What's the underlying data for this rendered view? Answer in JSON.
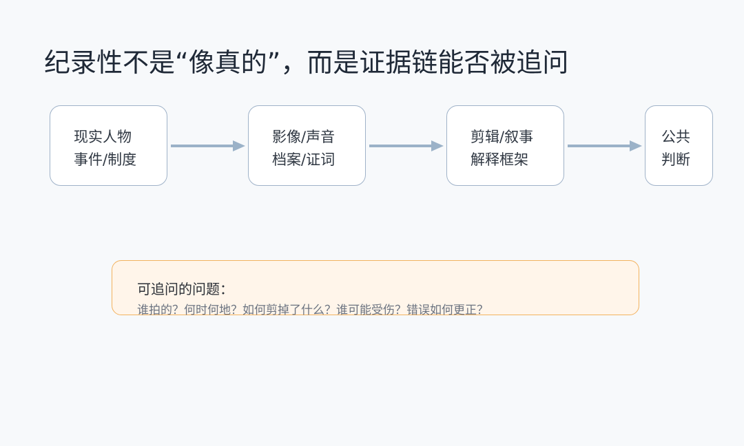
{
  "title": "纪录性不是“像真的”，而是证据链能否被追问",
  "flow": {
    "nodes": [
      {
        "line1": "现实人物",
        "line2": "事件/制度"
      },
      {
        "line1": "影像/声音",
        "line2": "档案/证词"
      },
      {
        "line1": "剪辑/叙事",
        "line2": "解释框架"
      },
      {
        "line1": "公共",
        "line2": "判断"
      }
    ],
    "arrow_color": "#9bb2c8",
    "node_border_color": "#9fb2c8"
  },
  "questions": {
    "title": "可追问的问题：",
    "body": "谁拍的？何时何地？如何剪掉了什么？谁可能受伤？错误如何更正？",
    "border_color": "#f3b25e",
    "fill_color": "#fff5ea"
  }
}
